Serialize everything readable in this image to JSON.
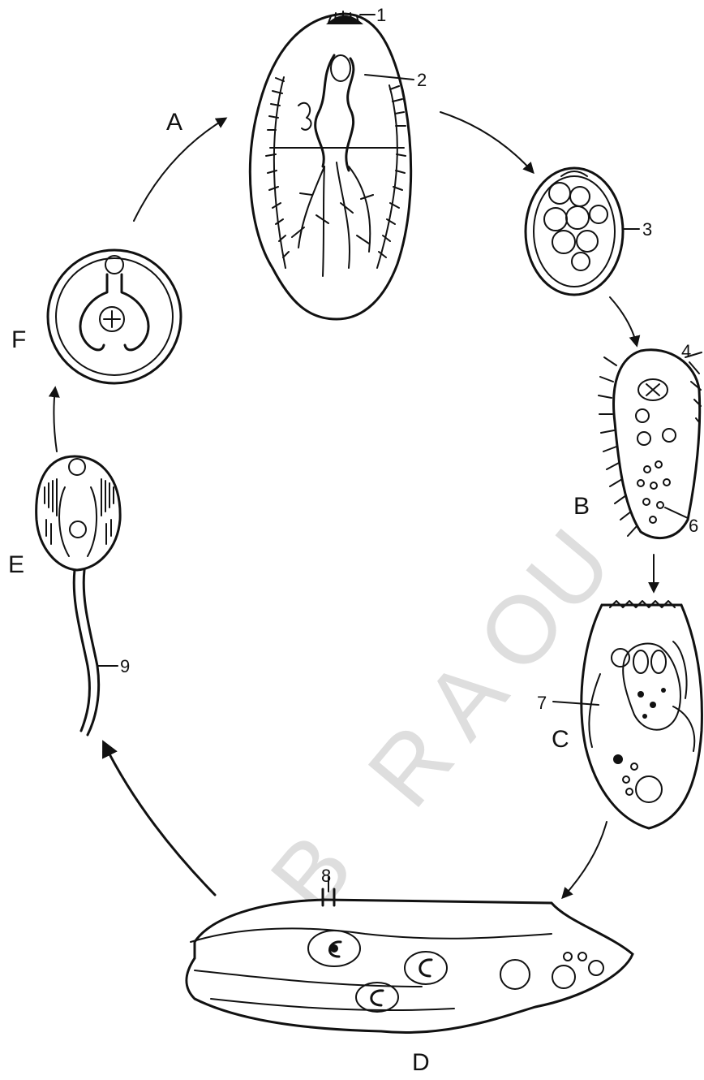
{
  "stage_labels": {
    "A": "A",
    "B": "B",
    "C": "C",
    "D": "D",
    "E": "E",
    "F": "F"
  },
  "part_numbers": {
    "n1": "1",
    "n2": "2",
    "n3": "3",
    "n4": "4",
    "n6": "6",
    "n7": "7",
    "n8": "8",
    "n9": "9"
  },
  "watermark": [
    "B",
    "R",
    "A",
    "O",
    "U"
  ]
}
